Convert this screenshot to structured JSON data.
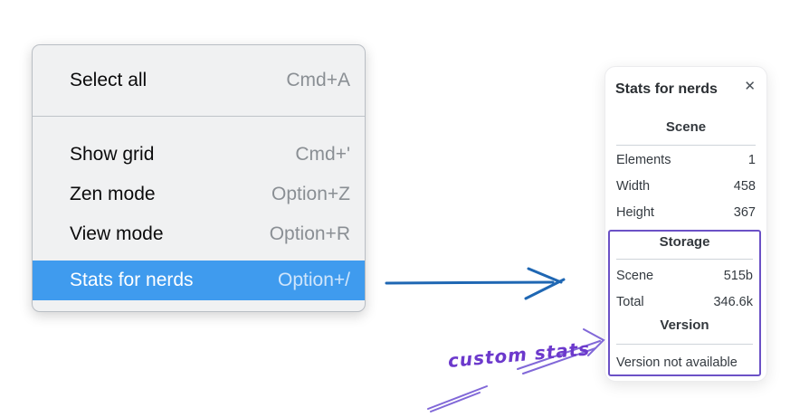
{
  "menu": {
    "sections": [
      {
        "items": [
          {
            "label": "Select all",
            "shortcut": "Cmd+A"
          }
        ]
      },
      {
        "items": [
          {
            "label": "Show grid",
            "shortcut": "Cmd+'"
          },
          {
            "label": "Zen mode",
            "shortcut": "Option+Z"
          },
          {
            "label": "View mode",
            "shortcut": "Option+R"
          },
          {
            "label": "Stats for nerds",
            "shortcut": "Option+/",
            "highlighted": true
          }
        ]
      }
    ],
    "highlight_color": "#3f9bee"
  },
  "stats_panel": {
    "title": "Stats for nerds",
    "close_icon": "✕",
    "scene": {
      "heading": "Scene",
      "rows": [
        [
          "Elements",
          "1"
        ],
        [
          "Width",
          "458"
        ],
        [
          "Height",
          "367"
        ]
      ]
    },
    "storage": {
      "heading": "Storage",
      "rows": [
        [
          "Scene",
          "515b"
        ],
        [
          "Total",
          "346.6k"
        ]
      ]
    },
    "version": {
      "heading": "Version",
      "note": "Version not available"
    }
  },
  "annotation": {
    "label": "custom stats",
    "text_color": "#6c39cc",
    "box_color": "#6b51c6",
    "arrow_color": "#8168d8"
  },
  "pointer_arrow": {
    "color": "#1f67b3"
  }
}
